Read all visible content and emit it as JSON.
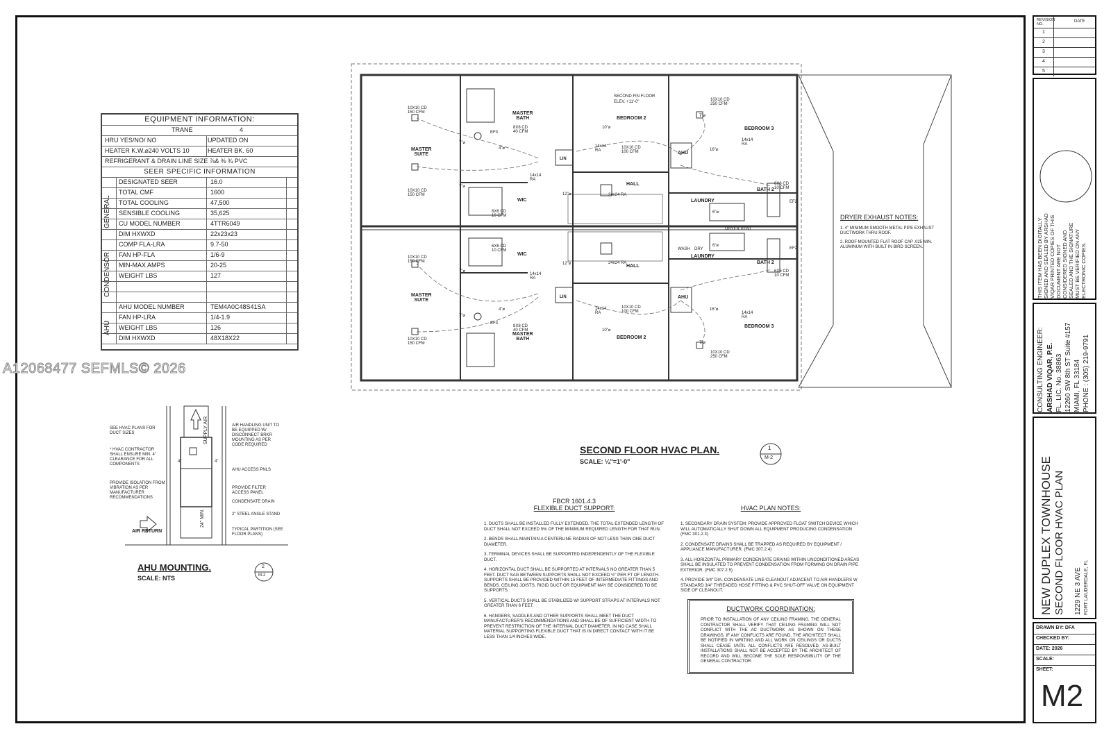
{
  "equipment": {
    "title": "EQUIPMENT INFORMATION:",
    "brand_row": {
      "brand": "TRANE",
      "units": "4"
    },
    "hru_row": {
      "left": "HRU  YES/NO/  NO",
      "right": "UPDATED ON"
    },
    "heater_row": {
      "left": "HEATER K.W.⌀240 VOLTS 10",
      "right": "HEATER BK.     60"
    },
    "refrigerant_row": "REFRIGERANT & DRAIN LINE SIZE  ⅞&  ⅜   ¾ PVC",
    "seer_title": "SEER SPECIFIC INFORMATION",
    "groups": [
      "GENERAL",
      "CONDENSOR",
      "AHU"
    ],
    "rows": [
      {
        "label": "DESIGNATED SEER",
        "value": "16.0"
      },
      {
        "label": "TOTAL CMF",
        "value": "1600"
      },
      {
        "label": "TOTAL COOLING",
        "value": "47,500"
      },
      {
        "label": "SENSIBLE COOLING",
        "value": "35,625"
      },
      {
        "label": "CU MODEL NUMBER",
        "value": "4TTR6049"
      },
      {
        "label": "DIM HXWXD",
        "value": "22x23x23"
      },
      {
        "label": "COMP FLA-LRA",
        "value": "9.7-50"
      },
      {
        "label": "FAN HP-FLA",
        "value": "1/6-9"
      },
      {
        "label": "MIN-MAX AMPS",
        "value": "20-25"
      },
      {
        "label": "WEIGHT LBS",
        "value": "127"
      },
      {
        "label": "",
        "value": ""
      },
      {
        "label": "",
        "value": ""
      },
      {
        "label": "AHU MODEL NUMBER",
        "value": "TEM4A0C48S41SA"
      },
      {
        "label": "FAN HP-LRA",
        "value": "1/4-1.9"
      },
      {
        "label": "WEIGHT LBS",
        "value": "126"
      },
      {
        "label": "DIM HXWXD",
        "value": "48X18X22"
      }
    ]
  },
  "watermark": "A12068477  SEFMLS© 2026",
  "plan": {
    "rooms": {
      "master_suite": "MASTER\nSUITE",
      "master_bath": "MASTER\nBATH",
      "bedroom2": "BEDROOM 2",
      "bedroom3": "BEDROOM 3",
      "hall": "HALL",
      "laundry": "LAUNDRY",
      "bath2": "BATH 2",
      "wic": "WIC",
      "lin": "LIN",
      "ahu": "AHU",
      "wash": "WASH",
      "dry": "DRY",
      "second_fin_floor": "SECOND FIN FLOOR",
      "elev": "ELEV. +11'-0\"",
      "dryer_vent": "DRYER VENT"
    },
    "labels": {
      "cd150": "10X10 CD\n150 CFM",
      "cd250": "10X10 CD\n250 CFM",
      "cd100": "10X10 CD\n100 CFM",
      "cd40": "8X8 CD\n40 CFM",
      "cd10": "6X6 CD\n10 CFM",
      "ra1414": "14x14\nRA",
      "ra2424": "24x24 RA",
      "d7": "7\"⌀",
      "d4": "4\"⌀",
      "d6": "6\"⌀",
      "d10": "10\"⌀",
      "d12": "12\"⌀",
      "d16": "16\"⌀",
      "ef2": "EF2",
      "ef3": "EF3"
    },
    "title": "SECOND FLOOR HVAC PLAN.",
    "scale": "SCALE: ¼\"=1'-0\"",
    "ref_num": "1",
    "ref_sheet": "M-2"
  },
  "dryer_notes": {
    "title": "DRYER EXHAUST NOTES:",
    "items": [
      "1.  4\" MINIMUM SMOOTH METAL PIPE EXHAUST DUCTWORK THRU ROOF.",
      "2.  ROOF MOUNTED FLAT ROOF CAP .025 MIN. ALUMINUM WITH BUILT IN BIRD SCREEN."
    ]
  },
  "ahu_mounting": {
    "title": "AHU MOUNTING.",
    "scale": "SCALE: NTS",
    "ref_num": "2",
    "ref_sheet": "M-2",
    "supply_air": "SUPPLY AIR",
    "air_return": "AIR RETURN",
    "min24": "24\" MIN.",
    "dim4": "4\"",
    "left_notes": [
      "SEE HVAC PLANS FOR DUCT SIZES",
      "* HVAC CONTRACTOR SHALL ENSURE MIN. 4\" CLEARANCE FOR ALL COMPONENTS",
      "PROVIDE ISOLATION FROM VIBRATION AS PER MANUFACTURER RECOMMENDATIONS"
    ],
    "right_notes": [
      "AIR HANDLING UNIT TO BE EQUIPPED W/ DISCONNECT BRKR MOUNTING AS PER CODE REQUIRED",
      "AHU ACCESS PNLS",
      "PROVIDE FILTER ACCESS PANEL",
      "CONDENSATE DRAIN",
      "2\" STEEL ANGLE STAND",
      "TYPICAL PARTITION (SEE FLOOR PLANS)"
    ]
  },
  "fbcr": {
    "code": "FBCR 1601.4.3",
    "title": "FLEXIBLE DUCT SUPPORT:",
    "items": [
      "1. DUCTS SHALL BE INSTALLED FULLY EXTENDED. THE TOTAL EXTENDED LENGTH OF DUCT SHALL NOT EXCEED 5% OF THE MINIMUM REQUIRED LENGTH FOR THAT RUN.",
      "2. BENDS SHALL MAINTAIN A CENTERLINE RADIUS OF NOT LESS THAN ONE DUCT DIAMETER.",
      "3. TERMINAL DEVICES SHALL BE SUPPORTED INDEPENDENTLY OF THE FLEXIBLE DUCT.",
      "4. HORIZONTAL DUCT SHALL BE SUPPORTED AT INTERVALS NO GREATER THAN 5 FEET. DUCT SAG BETWEEN SUPPORTS SHALL NOT EXCEED ½\" PER FT OF LENGTH. SUPPORTS SHALL BE PROVIDED WITHIN 15 FEET OF INTERMEDIATE FITTINGS AND BENDS. CEILING JOISTS, RIGID DUCT OR EQUIPMENT MAY BE CONSIDERED TO BE SUPPORTS.",
      "5. VERTICAL DUCTS SHALL BE STABILIZED W/ SUPPORT STRAPS AT INTERVALS NOT GREATER THAN 6 FEET.",
      "6. HANGERS, SADDLES AND OTHER SUPPORTS SHALL MEET THE DUCT MANUFACTURER'S RECOMMENDATIONS AND SHALL BE OF SUFFICIENT WIDTH TO PREVENT RESTRICTION OF THE INTERNAL DUCT DIAMETER. IN NO CASE SHALL MATERIAL SUPPORTING FLEXIBLE DUCT THAT IS IN DIRECT CONTACT WITH IT BE LESS THAN 1/4 INCHES WIDE."
    ]
  },
  "hvac_notes": {
    "title": "HVAC PLAN NOTES:",
    "items": [
      "1. SECONDARY DRAIN SYSTEM: PROVIDE APPROVED FLOAT SWITCH DEVICE WHICH WILL AUTOMATICALLY SHUT DOWN ALL EQUIPMENT PRODUCING CONDENSATION (FMC 301.2.3)",
      "2. CONDENSATE DRAINS SHALL BE TRAPPED AS REQUIRED BY EQUIPMENT / APPLIANCE MANUFACTURER. (FMC 307.2.4)",
      "3. ALL HORIZONTAL PRIMARY CONDENSATE DRAINS WITHIN UNCONDITIONED AREAS SHALL BE INSULATED TO PREVENT CONDENSATION FROM FORMING ON DRAIN PIPE EXTERIOR. (FMC 307.2.5)",
      "4. PROVIDE 3/4\" DIA. CONDENSATE LINE CLEANOUT ADJACENT TO AIR HANDLERS W STANDARD 3/4\" THREADED HOSE FITTING & PVC SHUT-OFF VALVE ON EQUIPMENT SIDE OF CLEANOUT."
    ]
  },
  "ductwork": {
    "title": "DUCTWORK COORDINATION:",
    "text": "PRIOR TO INSTALLATION OF ANY CEILING FRAMING, THE GENERAL CONTRACTOR SHALL VERIFY THAT CEILING FRAMING WILL NOT CONFLICT WITH THE AC DUCTWORK AS SHOWN ON THESE DRAWINGS. IF ANY CONFLICTS ARE FOUND, THE ARCHITECT SHALL BE NOTIFIED IN WRITING AND ALL WORK ON CEILINGS OR DUCTS SHALL CEASE UNTIL ALL CONFLICTS ARE RESOLVED. AS-BUILT INSTALLATIONS SHALL NOT BE ACCEPTED BY THE ARCHITECT OF RECORD AND WILL BECOME THE SOLE RESPONSIBILITY OF THE GENERAL CONTRACTOR."
  },
  "title_block": {
    "revision_no": "REVISION NO.",
    "date_hdr": "DATE",
    "revisions": [
      "1",
      "2",
      "3",
      "4",
      "5"
    ],
    "seal_text": "THIS ITEM HAS BEEN DIGITALLY SIGNED AND SEALED BY ARSHAD VIQAR PRINTED COPIES OF THIS DOCUMENT ARE NOT CONSIDERED SIGNED AND SEALED AND THE SIGNATURE MUST BE VERIFIED ON ANY ELECTRONIC COPIES.",
    "engineer": {
      "role": "CONSULTING ENGINEER:",
      "name": "ARSHAD VIQAR, P.E.",
      "lic": "FL. LIC. No. 38863",
      "addr1": "12260 SW 8th ST Suite #157",
      "addr2": "MIAMI, FL 33184",
      "phone": "PHONE : (305) 219-9791"
    },
    "project": {
      "line1": "NEW DUPLEX TOWNHOUSE",
      "line2": "SECOND FLOOR HVAC PLAN",
      "addr": "1229 NE 3 AVE",
      "city": "FORT LAUDERDALE, FL"
    },
    "drawn_by": "DRAWN BY: DFA",
    "checked_by": "CHECKED BY:",
    "date": "DATE:  2026",
    "scale": "SCALE:",
    "sheet": "SHEET:",
    "sheet_no": "M2"
  }
}
